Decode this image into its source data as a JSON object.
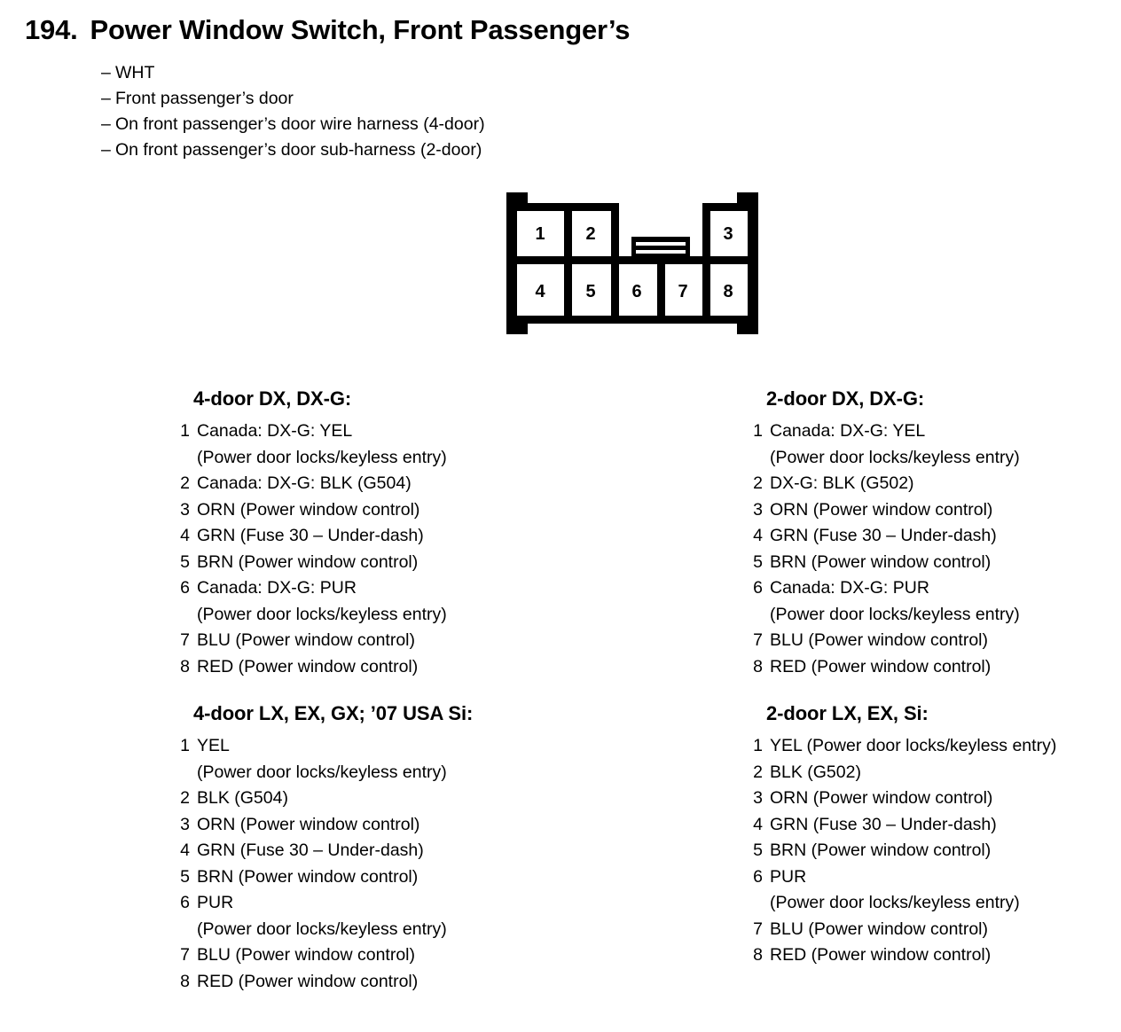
{
  "title": {
    "number": "194.",
    "name": "Power Window Switch, Front Passenger’s"
  },
  "subtitle_lines": [
    "WHT",
    "Front passenger’s door",
    "On front passenger’s door wire harness (4-door)",
    "On front passenger’s door sub-harness (2-door)"
  ],
  "subtitle_dash": "–",
  "connector": {
    "top_row_pins": [
      "1",
      "2",
      "3"
    ],
    "bottom_row_pins": [
      "4",
      "5",
      "6",
      "7",
      "8"
    ],
    "latch_tab": "center-latch-tab"
  },
  "blocks": [
    {
      "id": "4door-dx",
      "heading": "4-door DX, DX-G:",
      "pins": [
        {
          "num": "1",
          "text": "Canada: DX-G: YEL",
          "cont": "(Power door locks/keyless entry)"
        },
        {
          "num": "2",
          "text": "Canada: DX-G: BLK (G504)",
          "cont": ""
        },
        {
          "num": "3",
          "text": "ORN (Power window control)",
          "cont": ""
        },
        {
          "num": "4",
          "text": "GRN (Fuse 30 – Under-dash)",
          "cont": ""
        },
        {
          "num": "5",
          "text": "BRN (Power window control)",
          "cont": ""
        },
        {
          "num": "6",
          "text": "Canada: DX-G: PUR",
          "cont": "(Power door locks/keyless entry)"
        },
        {
          "num": "7",
          "text": "BLU (Power window control)",
          "cont": ""
        },
        {
          "num": "8",
          "text": "RED (Power window control)",
          "cont": ""
        }
      ]
    },
    {
      "id": "2door-dx",
      "heading": "2-door DX, DX-G:",
      "pins": [
        {
          "num": "1",
          "text": "Canada: DX-G: YEL",
          "cont": "(Power door locks/keyless entry)"
        },
        {
          "num": "2",
          "text": "DX-G: BLK (G502)",
          "cont": ""
        },
        {
          "num": "3",
          "text": "ORN (Power window control)",
          "cont": ""
        },
        {
          "num": "4",
          "text": "GRN (Fuse 30 – Under-dash)",
          "cont": ""
        },
        {
          "num": "5",
          "text": "BRN (Power window control)",
          "cont": ""
        },
        {
          "num": "6",
          "text": "Canada: DX-G: PUR",
          "cont": "(Power door locks/keyless entry)"
        },
        {
          "num": "7",
          "text": "BLU (Power window control)",
          "cont": ""
        },
        {
          "num": "8",
          "text": "RED (Power window control)",
          "cont": ""
        }
      ]
    },
    {
      "id": "4door-lx",
      "heading": "4-door LX, EX, GX; ’07 USA Si:",
      "pins": [
        {
          "num": "1",
          "text": "YEL",
          "cont": "(Power door locks/keyless entry)"
        },
        {
          "num": "2",
          "text": "BLK (G504)",
          "cont": ""
        },
        {
          "num": "3",
          "text": "ORN (Power window control)",
          "cont": ""
        },
        {
          "num": "4",
          "text": "GRN (Fuse 30 – Under-dash)",
          "cont": ""
        },
        {
          "num": "5",
          "text": "BRN (Power window control)",
          "cont": ""
        },
        {
          "num": "6",
          "text": "PUR",
          "cont": "(Power door locks/keyless entry)"
        },
        {
          "num": "7",
          "text": "BLU (Power window control)",
          "cont": ""
        },
        {
          "num": "8",
          "text": "RED (Power window control)",
          "cont": ""
        }
      ]
    },
    {
      "id": "2door-lx",
      "heading": "2-door LX, EX, Si:",
      "pins": [
        {
          "num": "1",
          "text": "YEL (Power door locks/keyless entry)",
          "cont": ""
        },
        {
          "num": "2",
          "text": "BLK (G502)",
          "cont": ""
        },
        {
          "num": "3",
          "text": "ORN (Power window control)",
          "cont": ""
        },
        {
          "num": "4",
          "text": "GRN (Fuse 30 – Under-dash)",
          "cont": ""
        },
        {
          "num": "5",
          "text": "BRN (Power window control)",
          "cont": ""
        },
        {
          "num": "6",
          "text": "PUR",
          "cont": "(Power door locks/keyless entry)"
        },
        {
          "num": "7",
          "text": "BLU (Power window control)",
          "cont": ""
        },
        {
          "num": "8",
          "text": "RED (Power window control)",
          "cont": ""
        }
      ]
    }
  ],
  "colors": {
    "ink": "#000000",
    "paper": "#ffffff"
  }
}
